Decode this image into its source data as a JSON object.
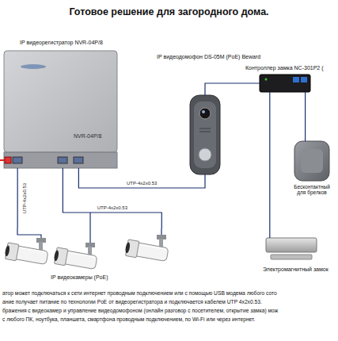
{
  "diagram": {
    "title": "Готовое решение для загородного дома.",
    "nodes": [
      {
        "text": [
          "IP видеорегистратор NVR-04P/8",
          "NVR-04P/8"
        ]
      },
      {
        "text": [
          "IP видеодомофон DS-05M (PoE) Beward"
        ]
      },
      {
        "text": [
          "Контроллер замка NC-301P2 ("
        ]
      },
      {
        "text": [
          "Бесконтактный для брелков"
        ]
      },
      {
        "text": [
          "Электромагнитный замок"
        ]
      },
      {
        "text": [
          "IP видеокамеры (PoE)"
        ]
      }
    ],
    "edges": [
      {
        "from": 0,
        "to": 1,
        "label": "UTP-4x2x0.53",
        "arrow": "none"
      },
      {
        "from": 0,
        "to": 5,
        "label": "UTP-4x2x0.53",
        "arrow": "none"
      },
      {
        "from": 0,
        "to": 5,
        "label": "UTP-4x2x0.53",
        "arrow": "none"
      },
      {
        "from": 1,
        "to": 2,
        "arrow": "none"
      },
      {
        "from": 2,
        "to": 3,
        "arrow": "none"
      },
      {
        "from": 2,
        "to": 4,
        "arrow": "none"
      }
    ],
    "labels": [
      "атор может подключаться к сети интернет проводным подключением или с помощью USB модема любого сото",
      "ание получает питание по технологии PoE от видеорегистратора и подключается кабелем UTP 4x2x0.53.",
      "бражения с видеокамер и управление видеодомофоном (онлайн разговор с посетителем, открытие замка) мож",
      "с любого ПК, ноутбука, планшета, смартфона проводным подключением, по Wi-Fi или через интернет."
    ]
  }
}
